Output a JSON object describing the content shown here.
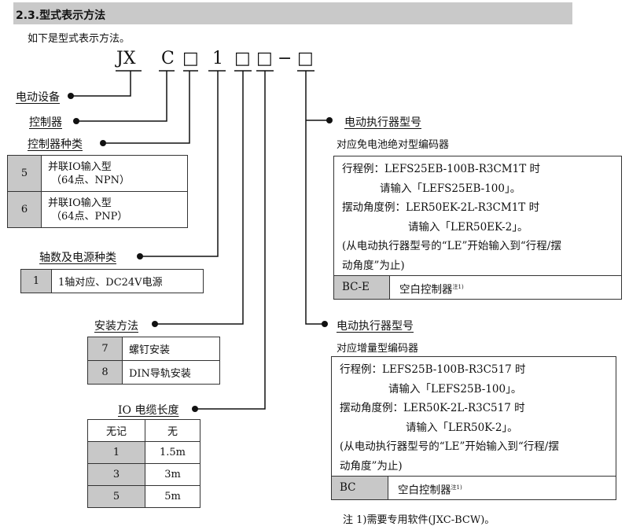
{
  "header": {
    "title": "2.3.型式表示方法"
  },
  "intro": "如下是型式表示方法。",
  "code": {
    "p1": "JX",
    "p2": "C",
    "p3": "□",
    "p4": "1",
    "p5": "□",
    "p6": "□",
    "dash": "−",
    "p7": "□"
  },
  "labels": {
    "device": "电动设备",
    "controller": "控制器",
    "controller_type": "控制器种类",
    "axis_power": "轴数及电源种类",
    "mounting": "安装方法",
    "io_cable": "IO 电缆长度",
    "actuator_model": "电动执行器型号",
    "actuator_model2": "电动执行器型号",
    "abs_encoder": "对应免电池绝对型编码器",
    "inc_encoder": "对应增量型编码器"
  },
  "controller_types": [
    {
      "code": "5",
      "line1": "并联IO输入型",
      "line2": "（64点、NPN）"
    },
    {
      "code": "6",
      "line1": "并联IO输入型",
      "line2": "（64点、PNP）"
    }
  ],
  "axis_power": [
    {
      "code": "1",
      "desc": "1轴对应、DC24V电源"
    }
  ],
  "mounting": [
    {
      "code": "7",
      "desc": "螺钉安装"
    },
    {
      "code": "8",
      "desc": "DIN导轨安装"
    }
  ],
  "io_cable": {
    "header": [
      "无记",
      "无"
    ],
    "rows": [
      [
        "1",
        "1.5m"
      ],
      [
        "3",
        "3m"
      ],
      [
        "5",
        "5m"
      ]
    ]
  },
  "abs_box": {
    "lines": [
      "行程例：LEFS25EB-100B-R3CM1T 时",
      "请输入「LEFS25EB-100」。",
      "摆动角度例：LER50EK-2L-R3CM1T 时",
      "请输入「LER50EK-2」。",
      "(从电动执行器型号的“LE”开始输入到“行程/摆",
      "动角度”为止)"
    ],
    "code": "BC-E",
    "desc": "空白控制器",
    "note": "注1)"
  },
  "inc_box": {
    "lines": [
      "行程例：LEFS25B-100B-R3C517 时",
      "请输入「LEFS25B-100」。",
      "摆动角度例：LER50K-2L-R3C517 时",
      "请输入「LER50K-2」。",
      "(从电动执行器型号的“LE”开始输入到“行程/摆",
      "动角度”为止)"
    ],
    "code": "BC",
    "desc": "空白控制器",
    "note": "注1)"
  },
  "footnote": "注 1)需要专用软件(JXC-BCW)。"
}
